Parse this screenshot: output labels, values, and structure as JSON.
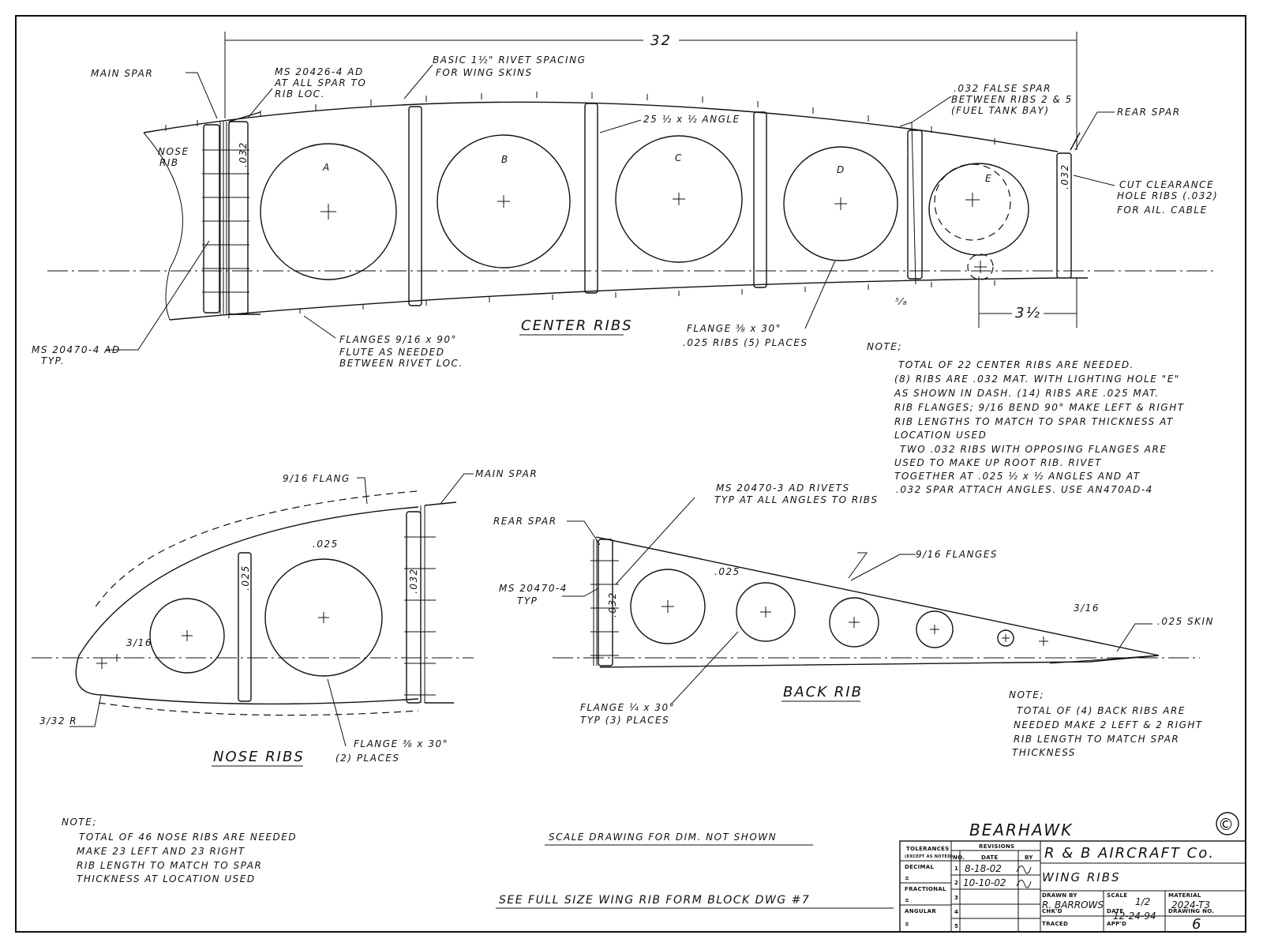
{
  "center_ribs": {
    "title": "CENTER RIBS",
    "dim_32": "32",
    "dim_3_5": "3½",
    "dim_5_8": "⁵⁄₈",
    "main_spar": "MAIN SPAR",
    "rivet_note": [
      "MS 20426-4 AD",
      "AT ALL SPAR TO",
      "RIB LOC."
    ],
    "rivet_spacing": [
      "BASIC 1½\" RIVET SPACING",
      "FOR WING SKINS"
    ],
    "angle": "25 ½ x ½ ANGLE",
    "false_spar": [
      ".032 FALSE SPAR",
      "BETWEEN RIBS 2 & 5",
      "(FUEL TANK BAY)"
    ],
    "rear_spar": "REAR SPAR",
    "nose_rib": [
      "NOSE",
      "RIB"
    ],
    "spar_thk": ".032",
    "rear_thk": ".032",
    "clearance": [
      "CUT CLEARANCE",
      "HOLE RIBS (.032)",
      "FOR AIL. CABLE"
    ],
    "holes": [
      "A",
      "B",
      "C",
      "D",
      "E"
    ],
    "ms20470": [
      "MS 20470-4 AD",
      "TYP."
    ],
    "flanges": [
      "FLANGES 9/16 x 90°",
      "FLUTE AS NEEDED",
      "BETWEEN RIVET LOC."
    ],
    "flange_38": [
      "FLANGE ⅜ x 30°",
      ".025 RIBS (5) PLACES"
    ],
    "note_title": "NOTE;",
    "note_lines": [
      "TOTAL OF 22 CENTER RIBS ARE NEEDED.",
      "(8) RIBS ARE .032 MAT. WITH LIGHTING HOLE \"E\"",
      "AS SHOWN IN DASH. (14) RIBS ARE .025 MAT.",
      "RIB FLANGES; 9/16 BEND 90° MAKE LEFT & RIGHT",
      "RIB LENGTHS TO MATCH TO SPAR THICKNESS AT",
      "LOCATION USED",
      "TWO .032 RIBS WITH OPPOSING FLANGES ARE",
      "USED TO MAKE UP ROOT RIB. RIVET",
      "TOGETHER AT .025 ½ x ½ ANGLES AND AT",
      ".032 SPAR ATTACH ANGLES. USE AN470AD-4"
    ]
  },
  "nose_ribs": {
    "title": "NOSE RIBS",
    "flang": "9/16 FLANG",
    "main_spar": "MAIN SPAR",
    "thk_025": ".025",
    "thk_025_v": ".025",
    "thk_032_v": ".032",
    "dim_3_16": "3/16",
    "radius": "3/32 R",
    "flange": [
      "FLANGE ⅜ x 30°",
      "(2) PLACES"
    ],
    "note_title": "NOTE;",
    "note_lines": [
      "TOTAL OF 46 NOSE RIBS ARE NEEDED",
      "MAKE 23 LEFT AND 23 RIGHT",
      "RIB LENGTH TO MATCH TO SPAR",
      "THICKNESS AT LOCATION USED"
    ]
  },
  "back_rib": {
    "title": "BACK RIB",
    "rivets": [
      "MS 20470-3 AD RIVETS",
      "TYP AT ALL ANGLES TO RIBS"
    ],
    "rear_spar": "REAR SPAR",
    "flanges": "9/16 FLANGES",
    "thk_025": ".025",
    "thk_032_v": ".032",
    "ms20470": [
      "MS 20470-4",
      "TYP"
    ],
    "dim_3_16": "3/16",
    "skin": ".025 SKIN",
    "flange": [
      "FLANGE ¼ x 30°",
      "TYP (3) PLACES"
    ],
    "note_title": "NOTE;",
    "note_lines": [
      "TOTAL OF (4) BACK RIBS ARE",
      "NEEDED MAKE 2 LEFT & 2 RIGHT",
      "RIB LENGTH TO MATCH SPAR",
      "THICKNESS"
    ]
  },
  "footer": {
    "scale_note": "SCALE DRAWING FOR DIM. NOT SHOWN",
    "form_block": "SEE FULL SIZE WING RIB FORM BLOCK DWG #7",
    "brand": "BEARHAWK",
    "copyright": "©"
  },
  "title_block": {
    "tolerances": "TOLERANCES",
    "except": "(EXCEPT AS NOTED)",
    "decimal": "DECIMAL",
    "fractional": "FRACTIONAL",
    "angular": "ANGULAR",
    "pm": "±",
    "revisions": "REVISIONS",
    "no": "NO.",
    "date": "DATE",
    "by": "BY",
    "rev_nums": [
      "1",
      "2",
      "3",
      "4",
      "5"
    ],
    "rev_dates": [
      "8-18-02",
      "10-10-02"
    ],
    "company": "R & B AIRCRAFT Co.",
    "drawing_title": "WING RIBS",
    "drawn_by_label": "DRAWN BY",
    "drawn_by": "R. BARROWS",
    "scale_label": "SCALE",
    "scale": "1/2",
    "material_label": "MATERIAL",
    "material": "2024-T3",
    "chkd_label": "CHK'D",
    "date_label": "DATE",
    "date_value": "12-24-94",
    "drawing_no_label": "DRAWING NO.",
    "drawing_no": "6",
    "traced_label": "TRACED",
    "appd_label": "APP'D"
  }
}
